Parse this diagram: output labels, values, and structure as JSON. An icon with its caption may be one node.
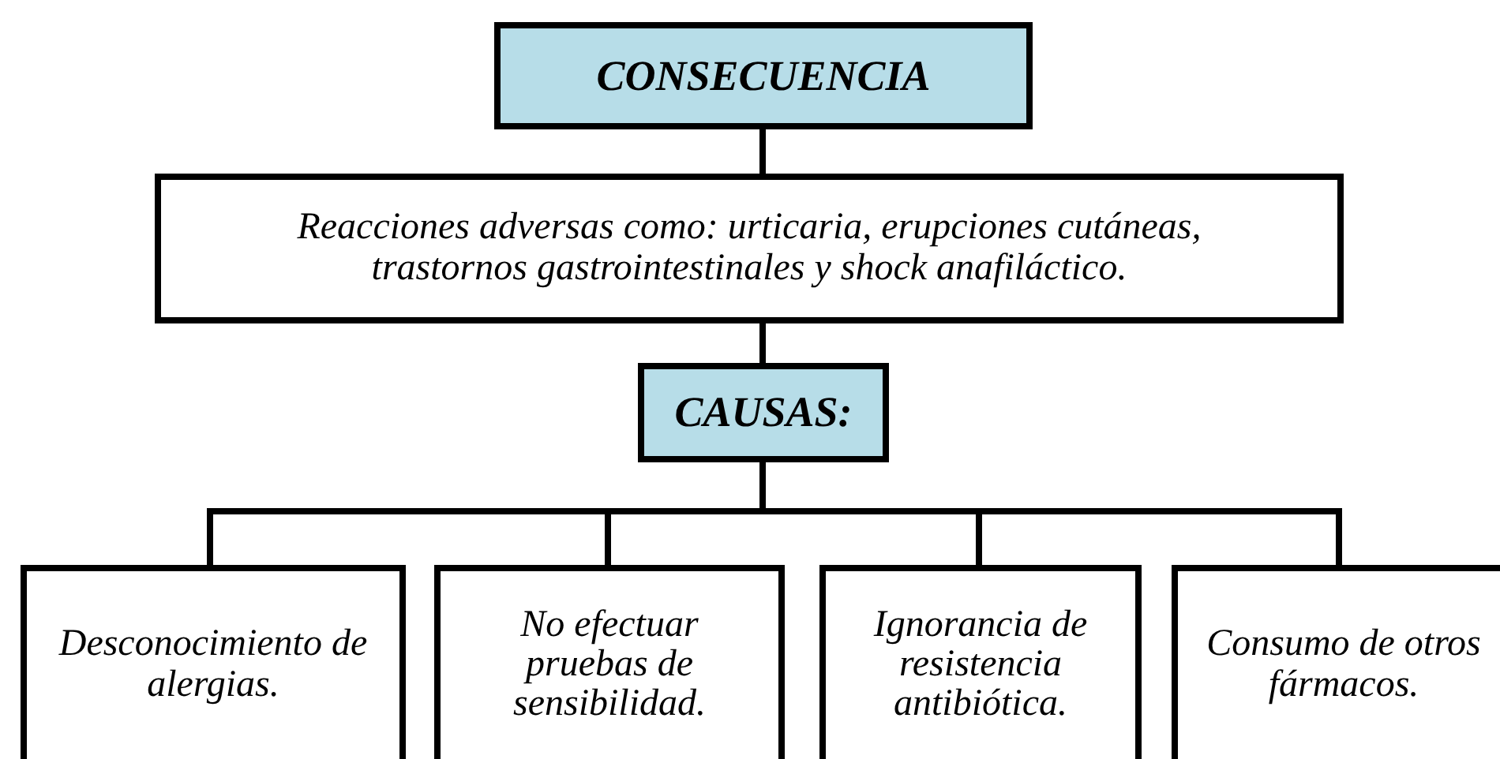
{
  "diagram": {
    "nodes": [
      {
        "text": [
          "CONSECUENCIA"
        ]
      },
      {
        "text": [
          "Reacciones adversas como: urticaria, erupciones cutáneas, trastornos gastrointestinales y shock anafiláctico."
        ]
      },
      {
        "text": [
          "CAUSAS:"
        ]
      },
      {
        "text": [
          "Desconocimiento de alergias."
        ]
      },
      {
        "text": [
          "No efectuar pruebas de sensibilidad."
        ]
      },
      {
        "text": [
          "Ignorancia de resistencia antibiótica."
        ]
      },
      {
        "text": [
          "Consumo de otros fármacos."
        ]
      }
    ],
    "edges": [
      {
        "from": 0,
        "to": 1,
        "arrow": "none"
      },
      {
        "from": 1,
        "to": 2,
        "arrow": "none"
      },
      {
        "from": 2,
        "to": 3,
        "arrow": "none"
      },
      {
        "from": 2,
        "to": 4,
        "arrow": "none"
      },
      {
        "from": 2,
        "to": 5,
        "arrow": "none"
      },
      {
        "from": 2,
        "to": 6,
        "arrow": "none"
      }
    ]
  }
}
